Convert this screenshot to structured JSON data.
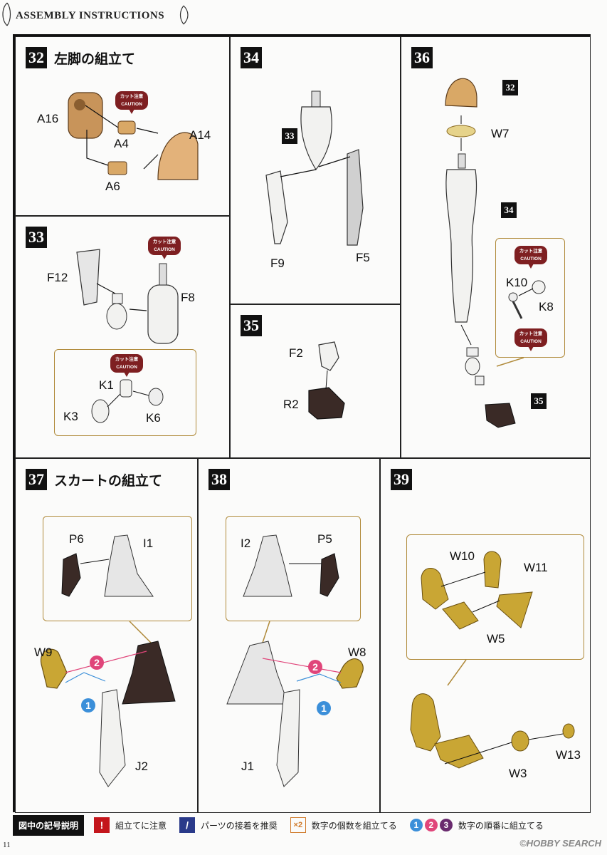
{
  "header": {
    "title": "ASSEMBLY INSTRUCTIONS"
  },
  "steps": {
    "s32": {
      "num": "32",
      "title": "左脚の組立て",
      "parts": [
        "A16",
        "A4",
        "A14",
        "A6"
      ]
    },
    "s33": {
      "num": "33",
      "parts": [
        "F12",
        "F8",
        "K1",
        "K3",
        "K6"
      ]
    },
    "s34": {
      "num": "34",
      "parts": [
        "F9",
        "F5"
      ],
      "ref": "33"
    },
    "s35": {
      "num": "35",
      "parts": [
        "F2",
        "R2"
      ]
    },
    "s36": {
      "num": "36",
      "parts": [
        "W7",
        "K10",
        "K8"
      ],
      "refs": [
        "32",
        "34",
        "35"
      ]
    },
    "s37": {
      "num": "37",
      "title": "スカートの組立て",
      "parts": [
        "P6",
        "I1",
        "W9",
        "J2"
      ]
    },
    "s38": {
      "num": "38",
      "parts": [
        "I2",
        "P5",
        "W8",
        "J1"
      ]
    },
    "s39": {
      "num": "39",
      "parts": [
        "W10",
        "W11",
        "W5",
        "W13",
        "W3"
      ]
    }
  },
  "caution": {
    "jp": "カット注意",
    "en": "CAUTION"
  },
  "order_markers": [
    "1",
    "2",
    "3"
  ],
  "legend": {
    "title": "図中の記号説明",
    "items": [
      {
        "icon": "!",
        "label": "組立てに注意"
      },
      {
        "icon": "/",
        "label": "パーツの接着を推奨"
      },
      {
        "icon": "×2",
        "label": "数字の個数を組立てる"
      },
      {
        "label": "数字の順番に組立てる"
      }
    ]
  },
  "page_number": "11",
  "watermark": "©HOBBY SEARCH",
  "colors": {
    "tan": "#d9a866",
    "white_part": "#f2f2f0",
    "gold": "#c9a634",
    "dark": "#3a2a26",
    "caution_red": "#7e1f21",
    "box_gold": "#b08a3a",
    "blue": "#3b8fd9",
    "pink": "#e0457a",
    "purple": "#6a2b6e"
  }
}
